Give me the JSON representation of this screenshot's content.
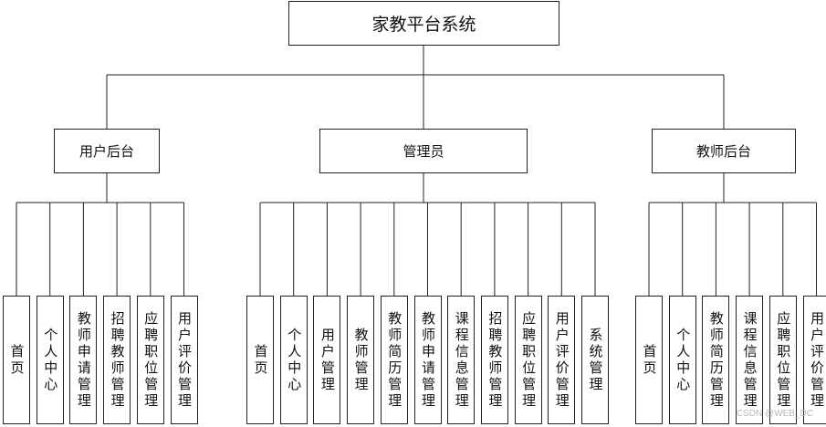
{
  "root": "家教平台系统",
  "groups": [
    {
      "label": "用户后台",
      "children": [
        "首页",
        "个人中心",
        "教师申请管理",
        "招聘教师管理",
        "应聘职位管理",
        "用户评价管理"
      ]
    },
    {
      "label": "管理员",
      "children": [
        "首页",
        "个人中心",
        "用户管理",
        "教师管理",
        "教师简历管理",
        "教师申请管理",
        "课程信息管理",
        "招聘教师管理",
        "应聘职位管理",
        "用户评价管理",
        "系统管理"
      ]
    },
    {
      "label": "教师后台",
      "children": [
        "首页",
        "个人中心",
        "教师简历管理",
        "课程信息管理",
        "应聘职位管理",
        "用户评价管理"
      ]
    }
  ],
  "watermark": "CSDN @WEB_DC"
}
